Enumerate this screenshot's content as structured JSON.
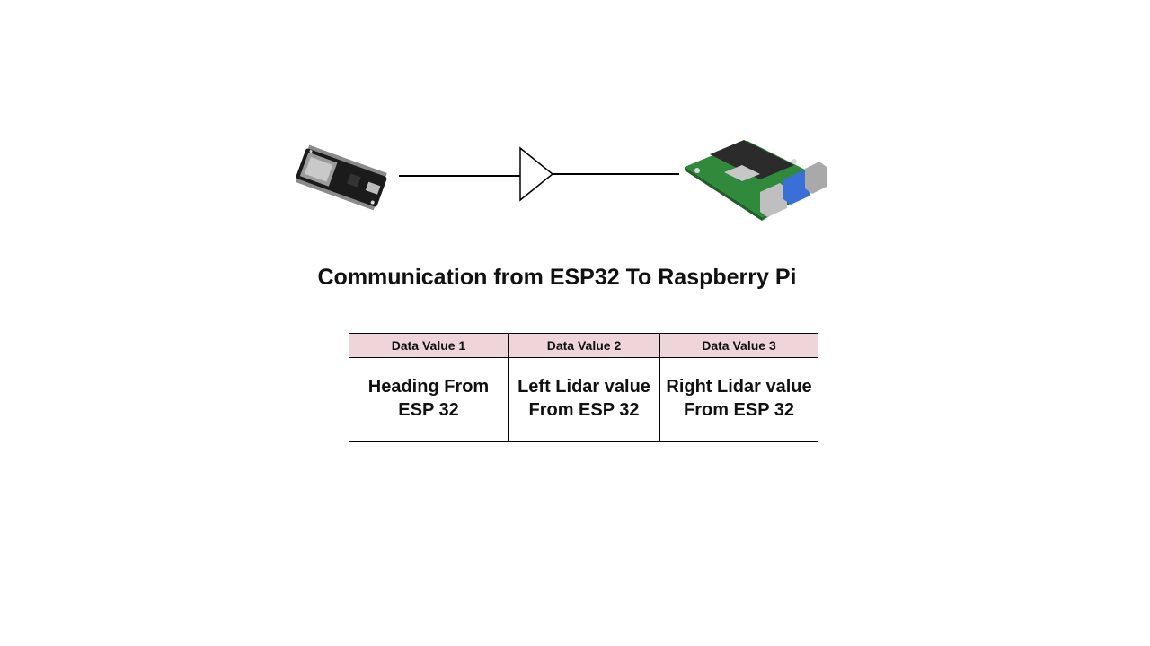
{
  "diagram": {
    "title": "Communication from ESP32 To Raspberry Pi",
    "source_device_icon": "esp32-board-icon",
    "target_device_icon": "raspberry-pi-board-icon",
    "connector_icon": "buffer-triangle-icon"
  },
  "table": {
    "headers": [
      "Data Value 1",
      "Data Value 2",
      "Data Value 3"
    ],
    "cells": [
      "Heading From\nESP 32",
      "Left Lidar value\nFrom ESP 32",
      "Right Lidar value\nFrom ESP 32"
    ],
    "header_color": "#efd5d9"
  }
}
